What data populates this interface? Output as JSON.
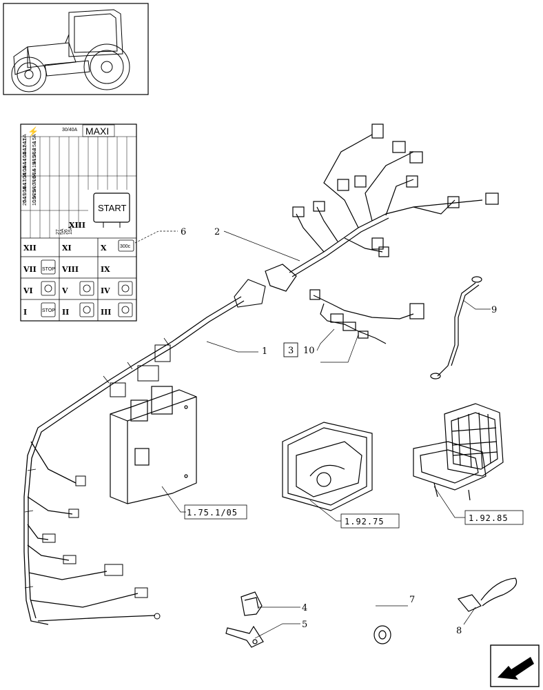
{
  "fuse_box": {
    "title": "MAXI",
    "rating": "30/40A",
    "start_label": "START",
    "relay_label": "300c",
    "stop_label": "STOP",
    "roman": [
      "XII",
      "XI",
      "X",
      "VII",
      "VIII",
      "IX",
      "VI",
      "V",
      "IV",
      "I",
      "II",
      "III",
      "XIII"
    ],
    "fuse_columns": [
      [
        "20",
        "5A",
        "19",
        "10A",
        "18",
        "5A",
        "17",
        "10A",
        "16",
        "10A",
        "15",
        "5A",
        "14",
        "10A",
        "13",
        "5A",
        "12",
        "5A",
        "11",
        "5A"
      ],
      [
        "10",
        "10A",
        "9",
        "25A",
        "8",
        "10A",
        "7",
        "10A",
        "6",
        "5A",
        "5",
        "15A",
        "4",
        "15A",
        "3",
        "5A",
        "2",
        "5A",
        "1",
        "5A"
      ]
    ],
    "lower_fuses": [
      "27",
      "5A",
      "26",
      "15A"
    ]
  },
  "callouts": [
    "1",
    "2",
    "3",
    "4",
    "5",
    "6",
    "7",
    "8",
    "9",
    "10"
  ],
  "references": [
    "1.75.1/05",
    "1.92.75",
    "1.92.85"
  ]
}
